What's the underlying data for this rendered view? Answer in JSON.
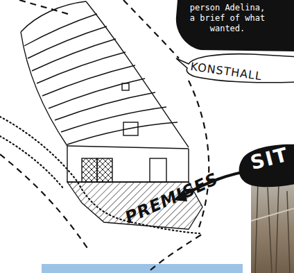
{
  "diagram": {
    "nodes": [
      {
        "text": [
          "person Adelina, a brief of what wanted."
        ]
      },
      {
        "text": [
          "KONSTHALL"
        ]
      },
      {
        "text": [
          "SIT"
        ]
      }
    ],
    "labels": [
      "PREMISES"
    ]
  }
}
